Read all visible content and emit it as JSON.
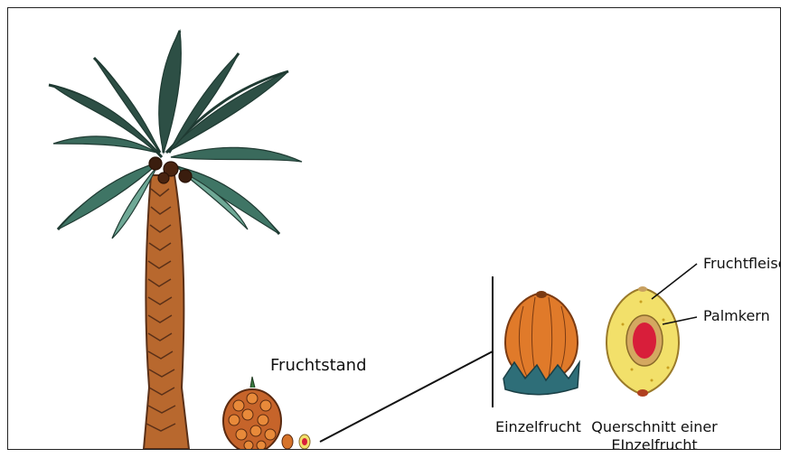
{
  "labels": {
    "fruchtstand": "Fruchtstand",
    "einzelfrucht": "Einzelfrucht",
    "querschnitt_line1": "Querschnitt einer",
    "querschnitt_line2": "EInzelfrucht",
    "fruchtfleisch": "Fruchtfleisch",
    "palmkern": "Palmkern"
  },
  "colors": {
    "trunk": "#b8682e",
    "trunk_dark": "#5a3018",
    "frond": "#1f3a32",
    "frond_light": "#6fa896",
    "fruit_orange": "#e07a2a",
    "fruit_dark": "#7a3a12",
    "sepal": "#2e6e78",
    "mesocarp": "#f2e06a",
    "kernel": "#d81e3a",
    "shell": "#c8a060"
  }
}
